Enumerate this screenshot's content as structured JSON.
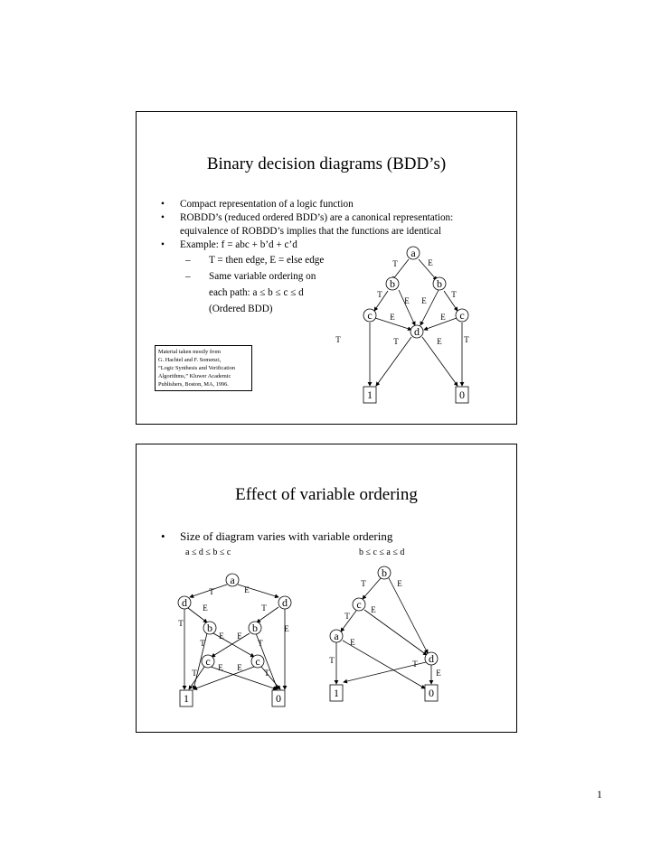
{
  "slide1": {
    "title": "Binary decision diagrams (BDD’s)",
    "bullets": [
      "Compact representation of a logic function",
      "ROBDD’s (reduced ordered BDD’s) are a canonical representation:",
      "equivalence of ROBDD’s implies that the functions are identical",
      "Example: f = abc + b’d + c’d"
    ],
    "subbullets": [
      "T = then edge, E = else edge",
      "Same variable ordering on",
      "each path: a ≤ b ≤ c ≤ d",
      "(Ordered BDD)"
    ],
    "note": [
      "Material taken mostly from",
      "G. Hachtel and F. Somenzi,",
      "“Logic Synthesis and Verification",
      "Algorithms,” Kluwer Academic",
      "Publishers, Boston, MA, 1996."
    ]
  },
  "slide2": {
    "title": "Effect of variable ordering",
    "bullet": "Size of diagram varies with variable ordering",
    "order_left": "a ≤ d ≤ b ≤ c",
    "order_right": "b ≤ c ≤ a ≤ d"
  },
  "diagram_labels": {
    "a": "a",
    "b": "b",
    "c": "c",
    "d": "d",
    "T": "T",
    "E": "E",
    "one": "1",
    "zero": "0"
  },
  "page_number": "1"
}
